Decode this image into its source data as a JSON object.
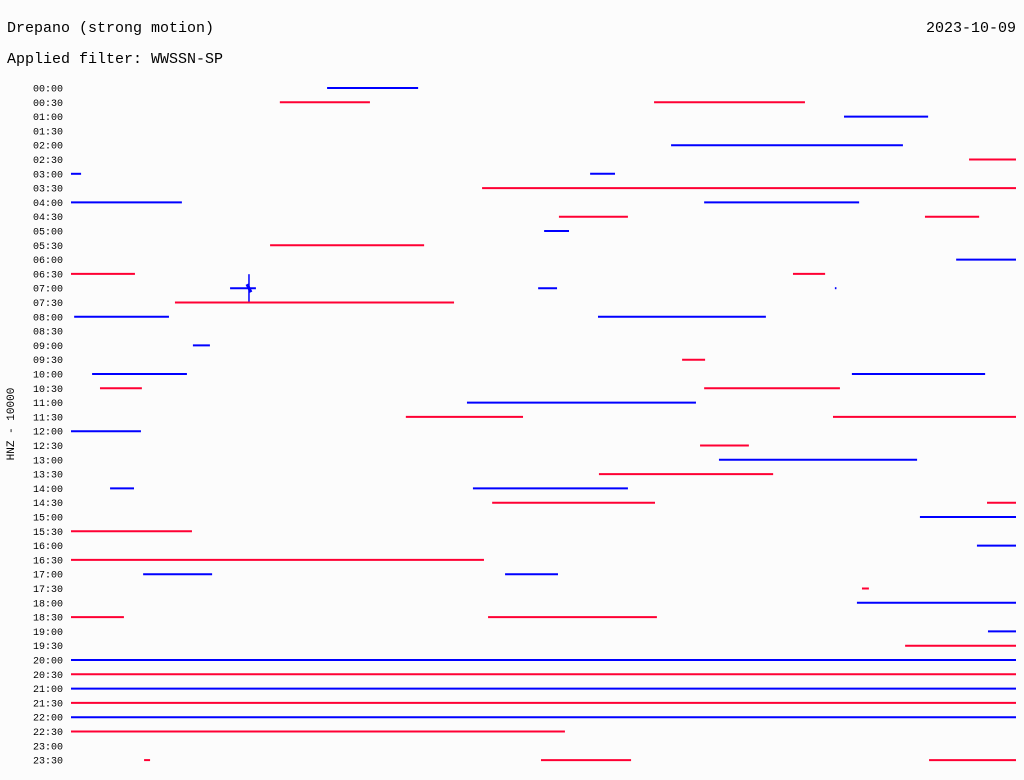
{
  "header": {
    "station": "Drepano (strong motion)",
    "date": "2023-10-09",
    "filter": "Applied filter: WWSSN-SP"
  },
  "chart_data": {
    "type": "line",
    "title": "Drepano (strong motion)",
    "ylabel": "HNZ - 10000",
    "xlabel": "",
    "row_duration_minutes": 30,
    "colors": {
      "even": "#0000ff",
      "odd": "#ff0033"
    },
    "rows": [
      {
        "label": "00:00",
        "segments": [
          [
            8.13,
            11.02
          ]
        ]
      },
      {
        "label": "00:30",
        "segments": [
          [
            6.63,
            9.49
          ],
          [
            18.51,
            23.3
          ]
        ]
      },
      {
        "label": "01:00",
        "segments": [
          [
            24.54,
            27.21
          ]
        ]
      },
      {
        "label": "01:30",
        "segments": []
      },
      {
        "label": "02:00",
        "segments": [
          [
            19.05,
            26.41
          ]
        ]
      },
      {
        "label": "02:30",
        "segments": [
          [
            28.51,
            30
          ]
        ]
      },
      {
        "label": "03:00",
        "segments": [
          [
            0,
            0.32
          ],
          [
            16.48,
            17.27
          ]
        ]
      },
      {
        "label": "03:30",
        "segments": [
          [
            13.05,
            30
          ]
        ]
      },
      {
        "label": "04:00",
        "segments": [
          [
            0,
            3.52
          ],
          [
            20.1,
            25.02
          ]
        ]
      },
      {
        "label": "04:30",
        "segments": [
          [
            15.49,
            17.68
          ],
          [
            27.11,
            28.83
          ]
        ]
      },
      {
        "label": "05:00",
        "segments": [
          [
            15.02,
            15.81
          ]
        ]
      },
      {
        "label": "05:30",
        "segments": [
          [
            6.32,
            11.21
          ]
        ]
      },
      {
        "label": "06:00",
        "segments": [
          [
            28.1,
            30
          ]
        ]
      },
      {
        "label": "06:30",
        "segments": [
          [
            0,
            2.03
          ],
          [
            22.92,
            23.94
          ]
        ]
      },
      {
        "label": "07:00",
        "segments": [
          [
            5.05,
            5.87
          ],
          [
            14.83,
            15.43
          ],
          [
            24.25,
            24.3
          ]
        ],
        "event_minute": 5.65
      },
      {
        "label": "07:30",
        "segments": [
          [
            3.3,
            12.16
          ]
        ]
      },
      {
        "label": "08:00",
        "segments": [
          [
            0.1,
            3.11
          ],
          [
            16.73,
            22.06
          ]
        ]
      },
      {
        "label": "08:30",
        "segments": []
      },
      {
        "label": "09:00",
        "segments": [
          [
            3.87,
            4.41
          ]
        ]
      },
      {
        "label": "09:30",
        "segments": [
          [
            19.4,
            20.13
          ]
        ]
      },
      {
        "label": "10:00",
        "segments": [
          [
            0.67,
            3.68
          ],
          [
            24.79,
            29.02
          ]
        ]
      },
      {
        "label": "10:30",
        "segments": [
          [
            0.92,
            2.25
          ],
          [
            20.1,
            24.41
          ]
        ]
      },
      {
        "label": "11:00",
        "segments": [
          [
            12.57,
            19.84
          ]
        ]
      },
      {
        "label": "11:30",
        "segments": [
          [
            10.63,
            14.35
          ],
          [
            24.19,
            30
          ]
        ]
      },
      {
        "label": "12:00",
        "segments": [
          [
            0,
            2.22
          ]
        ]
      },
      {
        "label": "12:30",
        "segments": [
          [
            19.97,
            21.52
          ]
        ]
      },
      {
        "label": "13:00",
        "segments": [
          [
            20.57,
            26.86
          ]
        ]
      },
      {
        "label": "13:30",
        "segments": [
          [
            16.76,
            22.29
          ]
        ]
      },
      {
        "label": "14:00",
        "segments": [
          [
            1.24,
            2.0
          ],
          [
            12.76,
            17.68
          ]
        ]
      },
      {
        "label": "14:30",
        "segments": [
          [
            13.37,
            18.54
          ],
          [
            29.08,
            30
          ]
        ]
      },
      {
        "label": "15:00",
        "segments": [
          [
            26.95,
            30
          ]
        ]
      },
      {
        "label": "15:30",
        "segments": [
          [
            0,
            3.84
          ]
        ]
      },
      {
        "label": "16:00",
        "segments": [
          [
            28.76,
            30
          ]
        ]
      },
      {
        "label": "16:30",
        "segments": [
          [
            0,
            13.11
          ]
        ]
      },
      {
        "label": "17:00",
        "segments": [
          [
            2.29,
            4.48
          ],
          [
            13.78,
            15.46
          ]
        ]
      },
      {
        "label": "17:30",
        "segments": [
          [
            25.11,
            25.33
          ]
        ]
      },
      {
        "label": "18:00",
        "segments": [
          [
            24.95,
            30
          ]
        ]
      },
      {
        "label": "18:30",
        "segments": [
          [
            0,
            1.68
          ],
          [
            13.24,
            18.6
          ]
        ]
      },
      {
        "label": "19:00",
        "segments": [
          [
            29.11,
            30
          ]
        ]
      },
      {
        "label": "19:30",
        "segments": [
          [
            26.48,
            30
          ]
        ]
      },
      {
        "label": "20:00",
        "segments": [
          [
            0,
            30
          ]
        ]
      },
      {
        "label": "20:30",
        "segments": [
          [
            0,
            30
          ]
        ]
      },
      {
        "label": "21:00",
        "segments": [
          [
            0,
            30
          ]
        ]
      },
      {
        "label": "21:30",
        "segments": [
          [
            0,
            30
          ]
        ]
      },
      {
        "label": "22:00",
        "segments": [
          [
            0,
            30
          ]
        ]
      },
      {
        "label": "22:30",
        "segments": [
          [
            0,
            15.68
          ]
        ]
      },
      {
        "label": "23:00",
        "segments": []
      },
      {
        "label": "23:30",
        "segments": [
          [
            2.32,
            2.51
          ],
          [
            14.92,
            17.78
          ],
          [
            27.24,
            30
          ]
        ]
      }
    ]
  }
}
